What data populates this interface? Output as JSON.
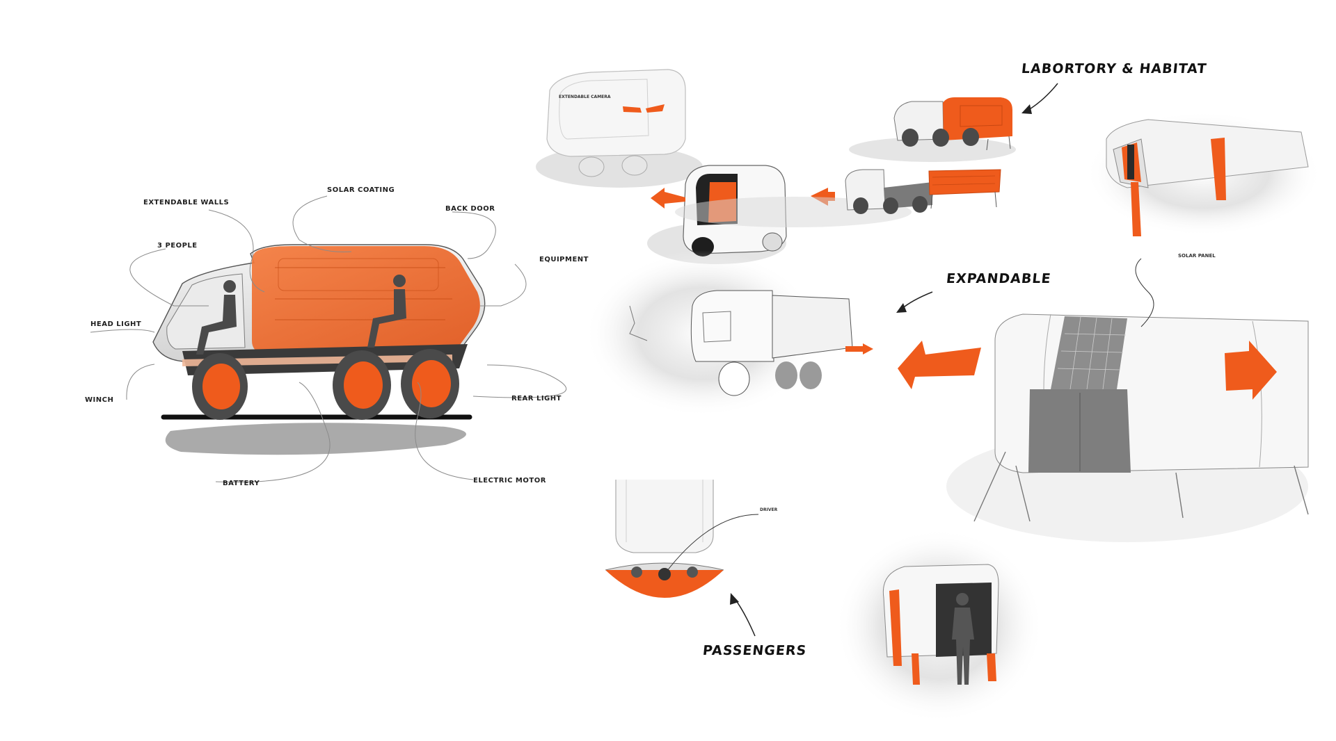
{
  "colors": {
    "accent": "#ef5b1c",
    "accent_dark": "#c94711",
    "ink": "#1e1e1e",
    "shade": "#9a9a9a"
  },
  "main_rover": {
    "callouts": {
      "extendable_walls": "EXTENDABLE WALLS",
      "solar_coating": "SOLAR COATING",
      "back_door": "BACK DOOR",
      "people": "3 PEOPLE",
      "equipment": "EQUIPMENT",
      "head_light": "HEAD LIGHT",
      "winch": "WINCH",
      "rear_light": "REAR LIGHT",
      "battery": "BATTERY",
      "electric_motor": "ELECTRIC MOTOR"
    }
  },
  "headings": {
    "lab_habitat": "LABORTORY & HABITAT",
    "expandable": "EXPANDABLE",
    "passengers": "PASSENGERS"
  },
  "small_labels": {
    "extendable_camera": "EXTENDABLE CAMERA",
    "solar_panel": "SOLAR PANEL",
    "driver": "DRIVER"
  },
  "icons": [
    "arrow-left-icon",
    "arrow-right-icon",
    "human-figure-icon",
    "rover-wheel-icon"
  ]
}
